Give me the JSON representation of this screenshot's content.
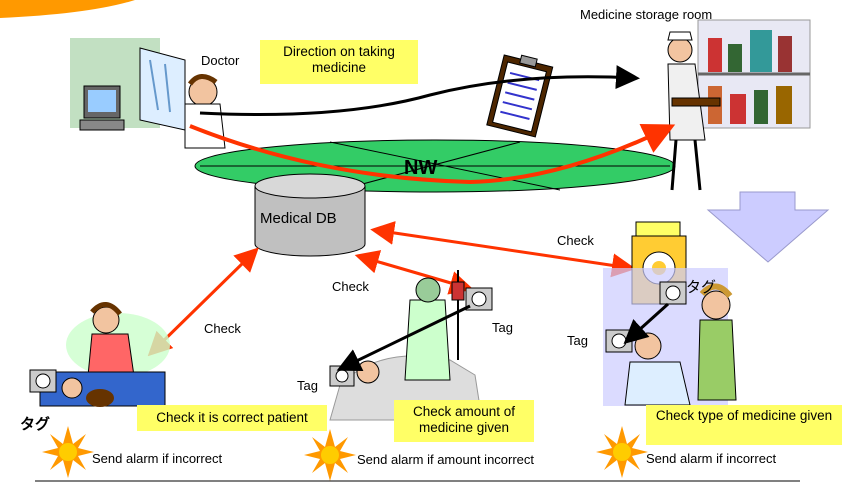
{
  "labels": {
    "doctor": "Doctor",
    "direction": "Direction on taking medicine",
    "storage_room": "Medicine storage room",
    "network": "NW",
    "medical_db": "Medical DB",
    "check_right": "Check",
    "check_center": "Check",
    "check_left": "Check",
    "tag_center": "Tag",
    "tag_center_left": "Tag",
    "tag_right": "Tag",
    "tag_jp_left": "タグ",
    "tag_jp_right": "タグ",
    "box_patient": "Check it is correct patient",
    "box_amount": "Check amount of medicine given",
    "box_type": "Check type of medicine given",
    "alarm_left": "Send alarm if incorrect",
    "alarm_center": "Send alarm if amount incorrect",
    "alarm_right": "Send alarm if incorrect"
  },
  "colors": {
    "network_ellipse": "#33cc66",
    "arrow_red": "#ff3300",
    "arrow_black": "#000000",
    "highlight": "#ffff66",
    "db_cylinder": "#c0c0c0",
    "down_arrow": "#ccccff",
    "alarm_sun": "#ff9900"
  }
}
